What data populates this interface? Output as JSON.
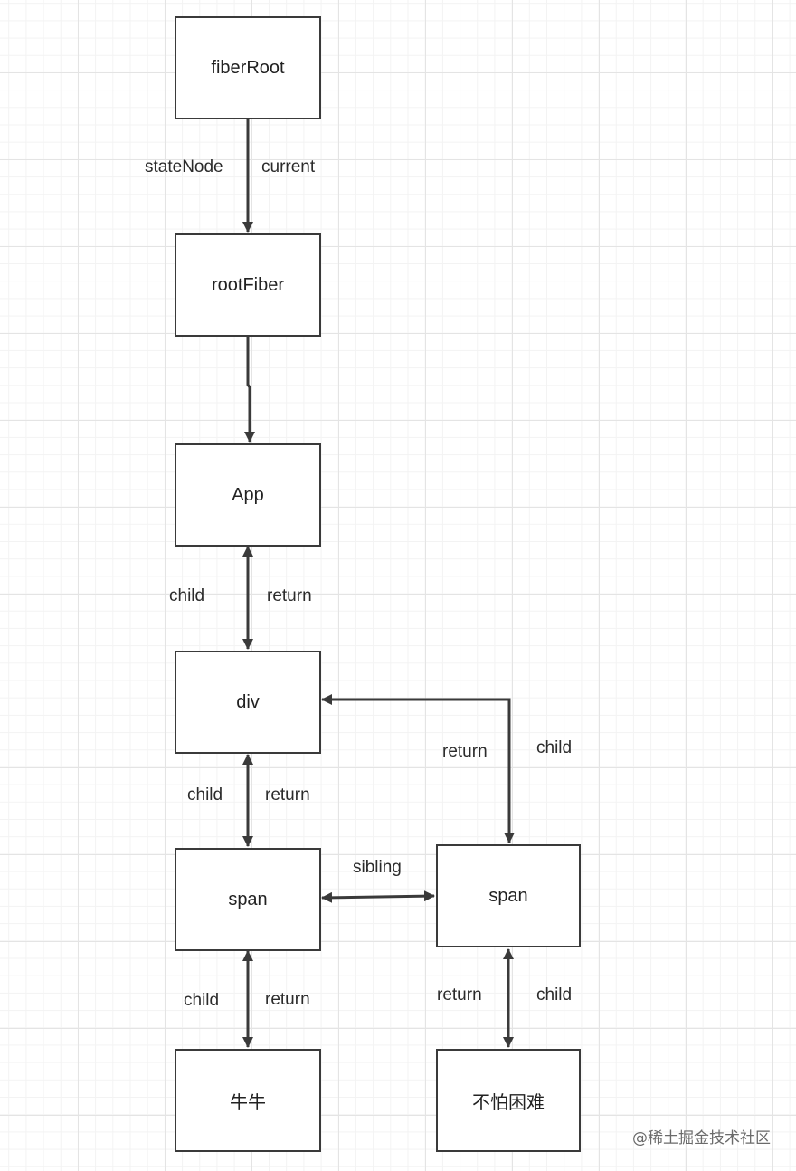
{
  "nodes": {
    "fiber_root": "fiberRoot",
    "root_fiber": "rootFiber",
    "app": "App",
    "div": "div",
    "span_left": "span",
    "span_right": "span",
    "niu_niu": "牛牛",
    "bu_pa_kun_nan": "不怕困难"
  },
  "edge_labels": {
    "state_node": "stateNode",
    "current": "current",
    "app_div_child": "child",
    "app_div_return": "return",
    "div_span_child": "child",
    "div_span_return": "return",
    "div_span2_return": "return",
    "div_span2_child": "child",
    "sibling": "sibling",
    "span_niu_child": "child",
    "span_niu_return": "return",
    "span2_bupa_return": "return",
    "span2_bupa_child": "child"
  },
  "watermark": "@稀土掘金技术社区",
  "colors": {
    "stroke": "#3a3a3a",
    "grid": "#e4e4e4",
    "background": "#ffffff"
  }
}
